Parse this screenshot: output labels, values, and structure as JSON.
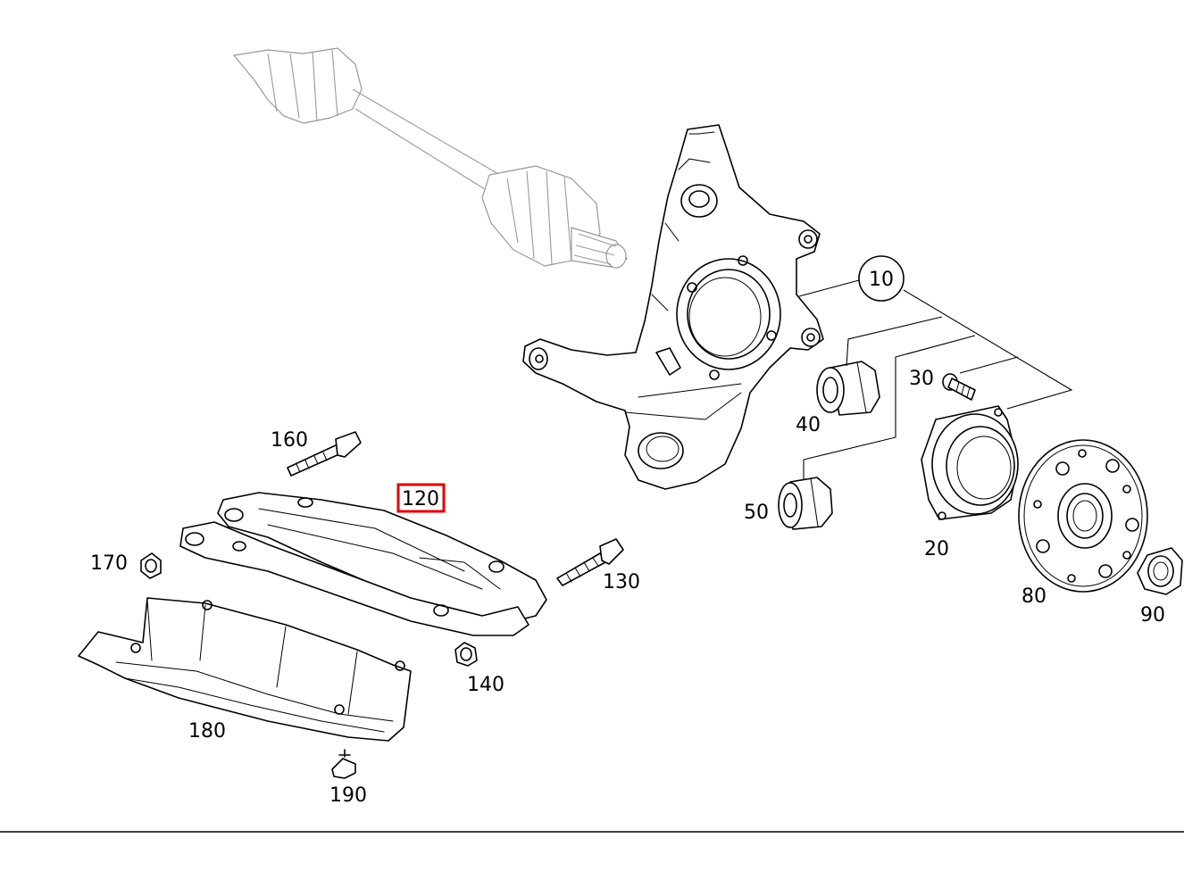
{
  "callouts": {
    "c10": "10",
    "c20": "20",
    "c30": "30",
    "c40": "40",
    "c50": "50",
    "c80": "80",
    "c90": "90",
    "c120": "120",
    "c130": "130",
    "c140": "140",
    "c160": "160",
    "c170": "170",
    "c180": "180",
    "c190": "190"
  },
  "highlight": {
    "callout": "120",
    "color": "#e00000"
  },
  "colors": {
    "line": "#000000",
    "ghost": "#999999",
    "background": "#ffffff"
  }
}
